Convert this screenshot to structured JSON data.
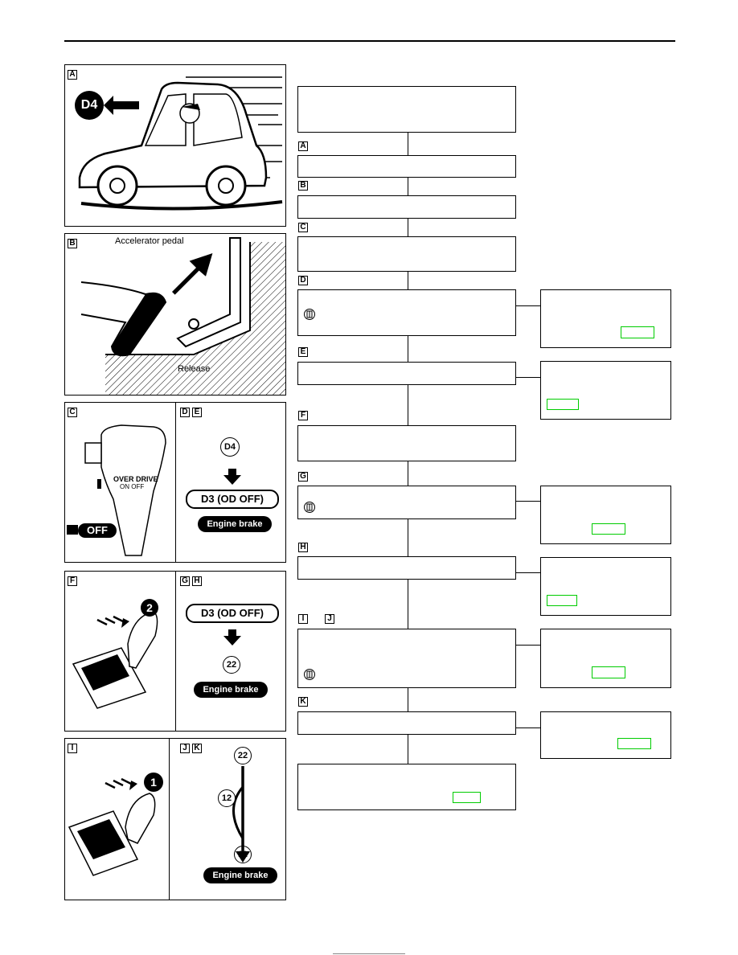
{
  "tags": {
    "a": "A",
    "b": "B",
    "c": "C",
    "d": "D",
    "e": "E",
    "f": "F",
    "g": "G",
    "h": "H",
    "i": "I",
    "j": "J",
    "k": "K"
  },
  "panel_a": {
    "gear_label": "D4"
  },
  "panel_b": {
    "accelerator_label": "Accelerator pedal",
    "release_label": "Release"
  },
  "panel_c": {
    "overdrive_label": "OVER DRIVE",
    "on_off_label": "ON  OFF",
    "off_button": "OFF"
  },
  "panel_de": {
    "d4_label": "D4",
    "d3_label": "D3 (OD OFF)",
    "engine_brake_label": "Engine brake"
  },
  "panel_f": {
    "gear_number": "2"
  },
  "panel_gh": {
    "d3_label": "D3 (OD OFF)",
    "gear_label": "22",
    "engine_brake_label": "Engine brake"
  },
  "panel_i": {
    "gear_number": "1"
  },
  "panel_jk": {
    "top_gear": "22",
    "mid_gear": "12",
    "bottom_gear": "11",
    "engine_brake_label": "Engine brake"
  },
  "colors": {
    "highlight": "#00cc00",
    "ink": "#000000"
  }
}
